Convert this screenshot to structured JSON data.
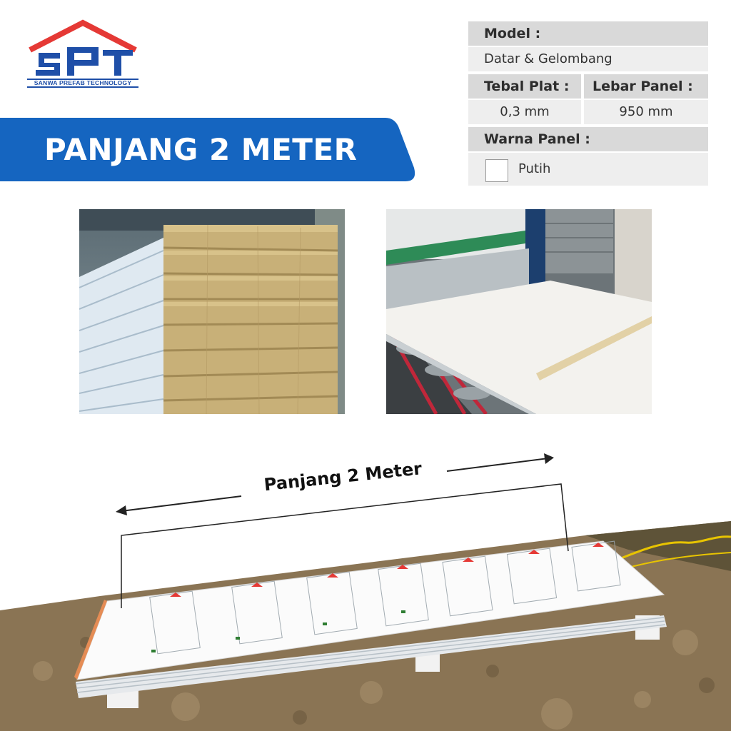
{
  "logo": {
    "mark": "SPT",
    "name": "SANWA PREFAB TECHNOLOGY",
    "colors": {
      "roof": "#e53935",
      "letters": "#1f4fa8"
    }
  },
  "banner": {
    "title": "PANJANG 2 METER",
    "color": "#1565c0"
  },
  "spec": {
    "model_label": "Model :",
    "model_value": "Datar & Gelombang",
    "thickness_label": "Tebal Plat :",
    "thickness_value": "0,3 mm",
    "width_label": "Lebar Panel :",
    "width_value": "950 mm",
    "color_label": "Warna Panel :",
    "color_value": "Putih",
    "swatch_color": "#ffffff"
  },
  "photos": {
    "left": "rockwool-panel-stack-photo",
    "right": "panel-production-line-photo"
  },
  "bottom": {
    "length_label": "Panjang 2 Meter"
  }
}
